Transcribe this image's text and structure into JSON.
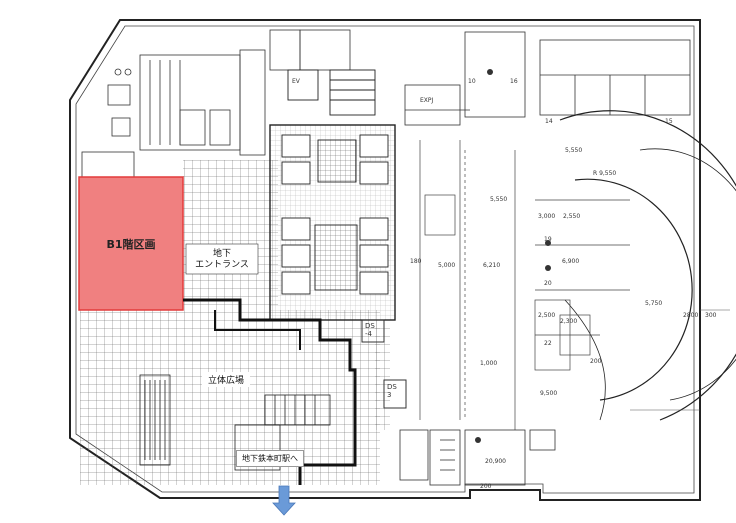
{
  "labels": {
    "b1_area": "B1階区画",
    "entrance_line1": "地下",
    "entrance_line2": "エントランス",
    "plaza": "立体広場",
    "station": "地下鉄本町駅へ",
    "ds4_a": "DS",
    "ds4_b": "-4",
    "ds3_a": "DS",
    "ds3_b": "3",
    "ev": "EV",
    "expj": "EXPJ",
    "dims": {
      "d5550a": "5,550",
      "d5550b": "5,550",
      "d9550": "R 9,550",
      "d2550": "2,550",
      "d3000": "3,000",
      "d6900": "6,900",
      "d5000": "5,000",
      "d6210": "6,210",
      "d5750": "5,750",
      "d2500": "2,500",
      "d2300": "2,300",
      "d2800": "2800",
      "d300": "300",
      "d9500": "9,500",
      "d1000": "1,000",
      "d20900": "20,900",
      "d200a": "200",
      "d200b": "200",
      "d180": "180",
      "d10": "10",
      "d14": "14",
      "d15": "15",
      "d16": "16",
      "d19": "19",
      "d20": "20",
      "d22": "22"
    }
  },
  "colors": {
    "b1_fill": "#f08080",
    "b1_stroke": "#e23a3a",
    "arrow": "#6a9ad8",
    "line": "#222222"
  }
}
